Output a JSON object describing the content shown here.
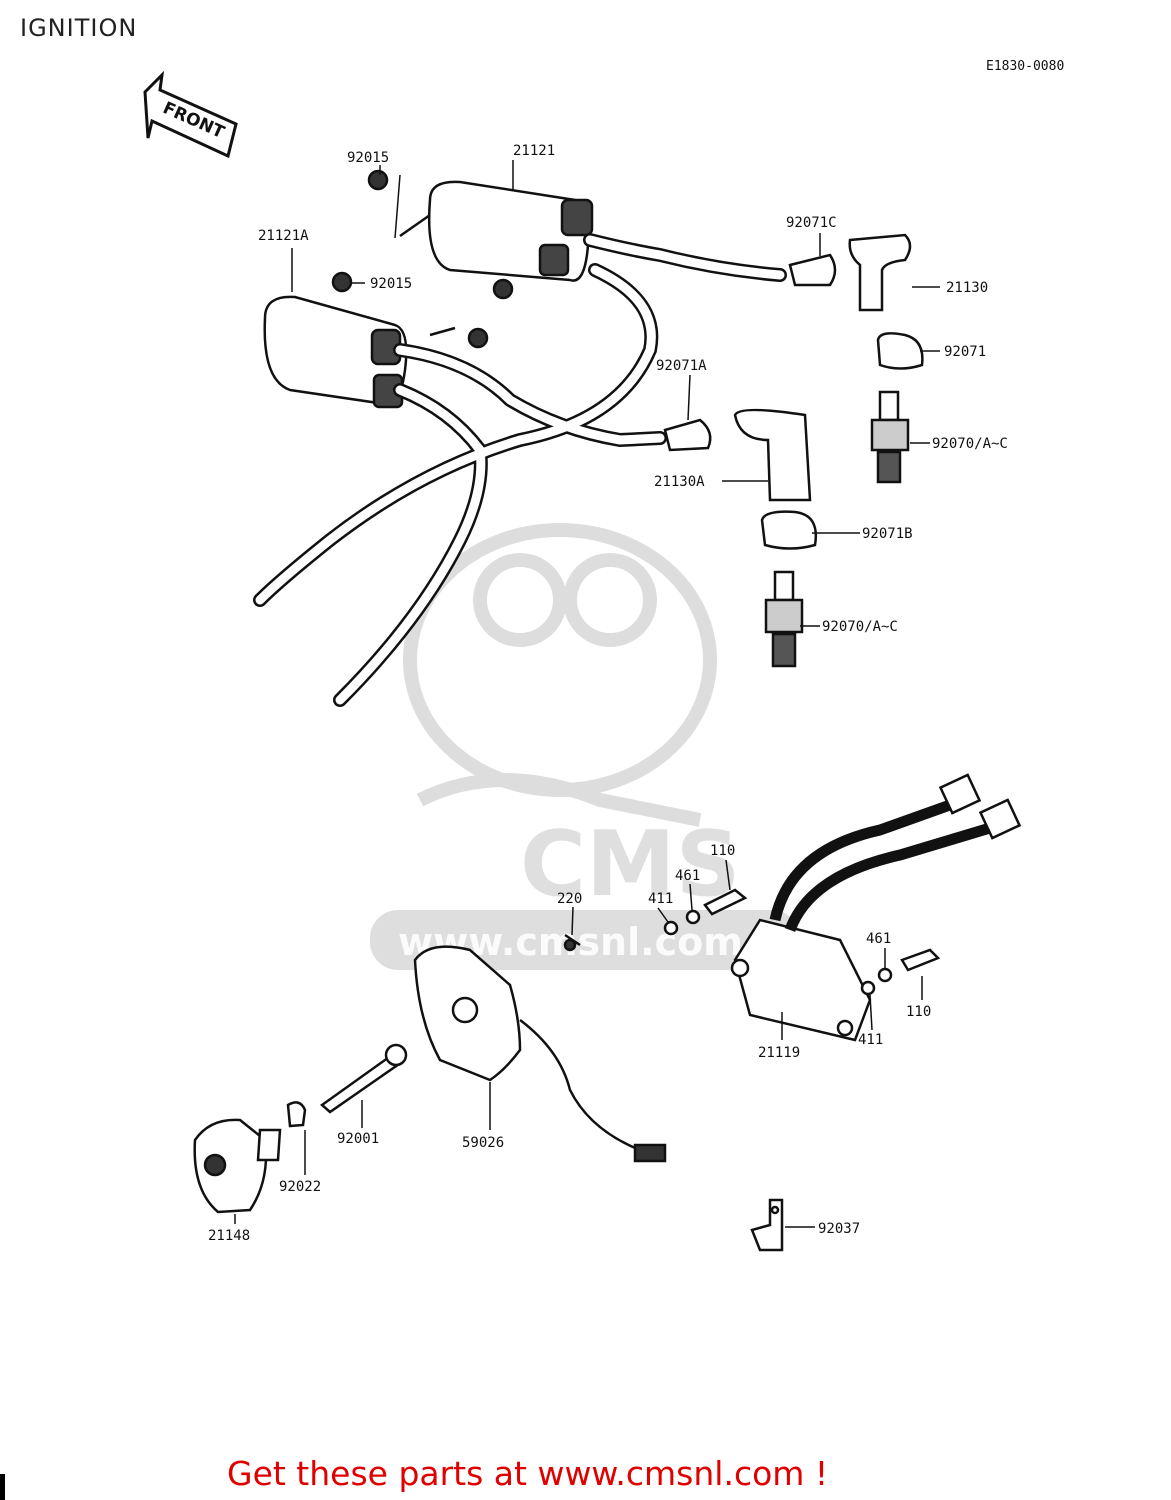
{
  "header": {
    "title": "IGNITION",
    "diagram_code": "E1830-0080"
  },
  "front_arrow": {
    "label": "FRONT"
  },
  "watermark": {
    "brand": "CMS",
    "url": "www.cmsnl.com"
  },
  "parts": [
    {
      "id": "p-92015-top",
      "number": "92015"
    },
    {
      "id": "p-21121",
      "number": "21121"
    },
    {
      "id": "p-21121a",
      "number": "21121A"
    },
    {
      "id": "p-92015-mid",
      "number": "92015"
    },
    {
      "id": "p-92071c",
      "number": "92071C"
    },
    {
      "id": "p-21130",
      "number": "21130"
    },
    {
      "id": "p-92071",
      "number": "92071"
    },
    {
      "id": "p-92071a",
      "number": "92071A"
    },
    {
      "id": "p-92070-top",
      "number": "92070/A~C"
    },
    {
      "id": "p-21130a",
      "number": "21130A"
    },
    {
      "id": "p-92071b",
      "number": "92071B"
    },
    {
      "id": "p-92070-bot",
      "number": "92070/A~C"
    },
    {
      "id": "p-110-top",
      "number": "110"
    },
    {
      "id": "p-461-top",
      "number": "461"
    },
    {
      "id": "p-411-top",
      "number": "411"
    },
    {
      "id": "p-220",
      "number": "220"
    },
    {
      "id": "p-461-right",
      "number": "461"
    },
    {
      "id": "p-110-right",
      "number": "110"
    },
    {
      "id": "p-411-right",
      "number": "411"
    },
    {
      "id": "p-21119",
      "number": "21119"
    },
    {
      "id": "p-92001",
      "number": "92001"
    },
    {
      "id": "p-59026",
      "number": "59026"
    },
    {
      "id": "p-92022",
      "number": "92022"
    },
    {
      "id": "p-21148",
      "number": "21148"
    },
    {
      "id": "p-92037",
      "number": "92037"
    }
  ],
  "footer": {
    "cta": "Get these parts at www.cmsnl.com !"
  }
}
